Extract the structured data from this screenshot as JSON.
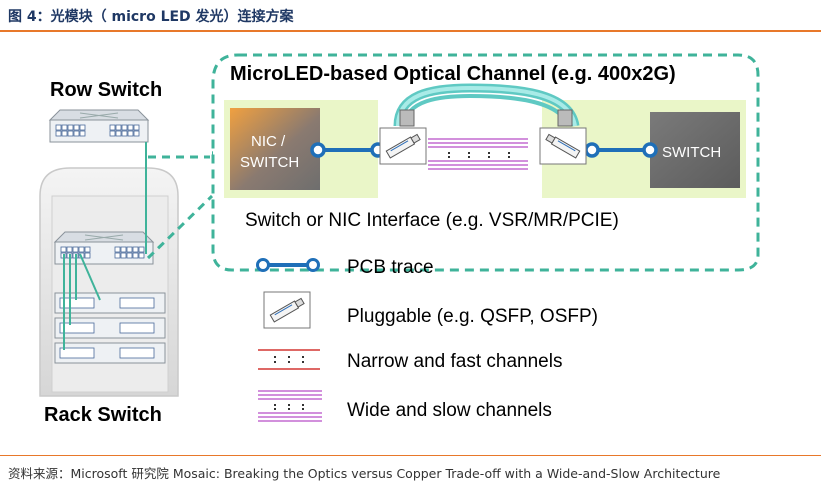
{
  "figure_title": "图 4：光模块（ micro LED 发光）连接方案",
  "source": "资料来源：Microsoft   研究院 Mosaic: Breaking the Optics versus Copper Trade-off with a Wide-and-Slow Architecture",
  "row_switch": {
    "label": "Row Switch"
  },
  "rack_switch": {
    "label": "Rack Switch"
  },
  "channel": {
    "title": "MicroLED-based Optical Channel (e.g. 400x2G)",
    "interface_label": "Switch or NIC Interface (e.g. VSR/MR/PCIE)",
    "nic_label_line1": "NIC /",
    "nic_label_line2": "SWITCH",
    "switch_label": "SWITCH"
  },
  "legend": [
    {
      "icon": "pcb-trace-icon",
      "label": "PCB trace"
    },
    {
      "icon": "pluggable-icon",
      "label": "Pluggable (e.g. QSFP, OSFP)"
    },
    {
      "icon": "narrow-fast-channel-icon",
      "label": "Narrow and fast channels"
    },
    {
      "icon": "wide-slow-channel-icon",
      "label": "Wide and slow channels"
    }
  ],
  "colors": {
    "accent_orange": "#e8782a",
    "title_blue": "#1f3864",
    "teal_dashed": "#3fb39a",
    "fiber_teal": "#7fd8d4",
    "pcb_blue": "#1f6fb8",
    "panel_green": "#eaf6c8",
    "narrow_red": "#d9534f",
    "wide_purple": "#c36bd0"
  }
}
